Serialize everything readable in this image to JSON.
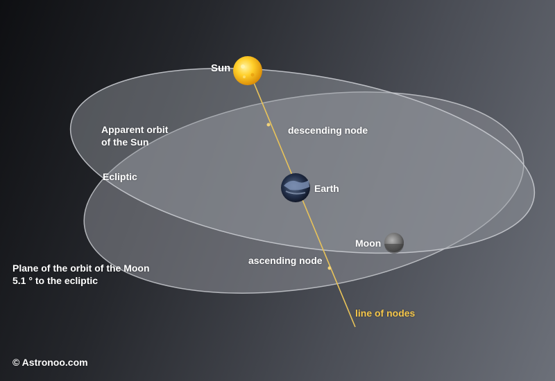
{
  "labels": {
    "sun": "Sun",
    "apparent_orbit": "Apparent orbit\nof the Sun",
    "descending_node": "descending node",
    "ecliptic": "Ecliptic",
    "earth": "Earth",
    "moon": "Moon",
    "ascending_node": "ascending node",
    "moon_plane": "Plane of the orbit of the Moon\n5.1 ° to the ecliptic",
    "line_of_nodes": "line of nodes",
    "copyright": "© Astronoo.com"
  },
  "colors": {
    "orbit_fill": "#8a8d94",
    "orbit_stroke": "#c9cbd0",
    "line_of_nodes": "#e8c35a",
    "sun": "#f7c21a"
  }
}
